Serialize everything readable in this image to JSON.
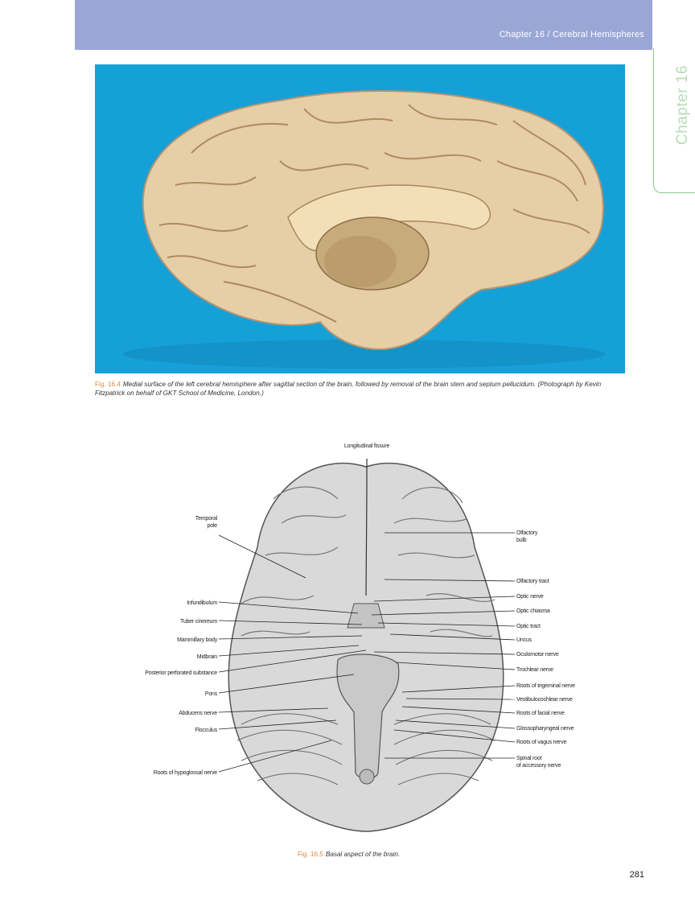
{
  "header": {
    "title": "Chapter 16 / Cerebral Hemispheres"
  },
  "side_tab": {
    "label": "Chapter 16"
  },
  "figure1": {
    "label": "Fig. 16.4",
    "caption": "Medial surface of the left cerebral hemisphere after sagittal section of the brain, followed by removal of the brain stem and septum pellucidum. (Photograph by Kevin Fitzpatrick on behalf of GKT School of Medicine, London.)"
  },
  "figure2": {
    "label": "Fig. 16.5",
    "caption": "Basal aspect of the brain.",
    "top_label": "Longitudinal fissure",
    "left_labels": {
      "temporal_pole_1": "Temporal",
      "temporal_pole_2": "pole",
      "infundibulum": "Infundibulum",
      "tuber_cinereum": "Tuber cinereum",
      "mammillary_body": "Mammillary body",
      "midbrain": "Midbrain",
      "posterior_perforated": "Posterior perforated substance",
      "pons": "Pons",
      "abducens": "Abducens nerve",
      "flocculus": "Flocculus",
      "hypoglossal": "Roots of hypoglossal nerve"
    },
    "right_labels": {
      "olfactory_bulb_1": "Olfactory",
      "olfactory_bulb_2": "bulb",
      "olfactory_tract": "Olfactory tract",
      "optic_nerve": "Optic nerve",
      "optic_chiasma": "Optic chiasma",
      "optic_tract": "Optic tract",
      "uncus": "Uncus",
      "oculomotor": "Oculomotor nerve",
      "trochlear": "Trochlear nerve",
      "trigeminal": "Roots of trigeminal nerve",
      "vestibulocochlear": "Vestibulocochlear nerve",
      "facial": "Roots of facial nerve",
      "glossopharyngeal": "Glossopharyngeal nerve",
      "vagus": "Roots of vagus nerve",
      "spinal_root_1": "Spinal root",
      "spinal_root_2": "of accessory nerve"
    }
  },
  "page_number": "281",
  "colors": {
    "header_band": "#9aa7d6",
    "photo_background": "#16a0d8",
    "fig_label": "#e2863d",
    "tab_border": "#8cc98c"
  }
}
